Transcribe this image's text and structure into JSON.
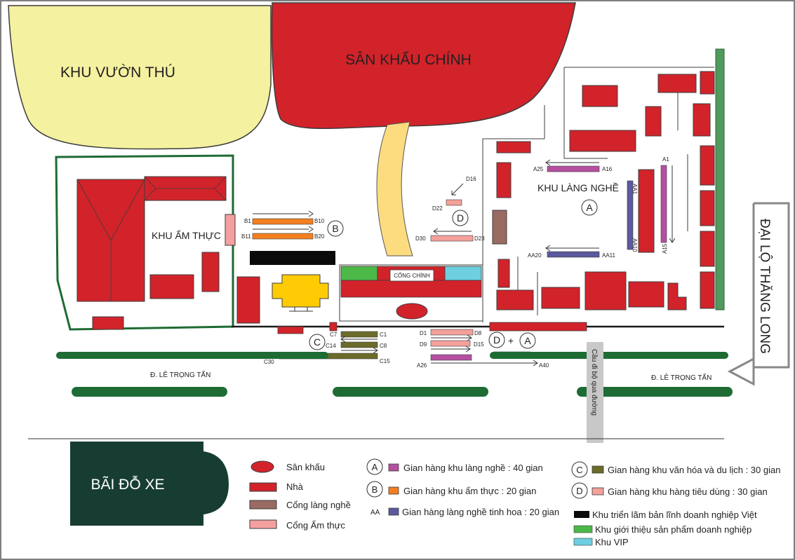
{
  "zones": {
    "zoo": "KHU VƯỜN THÚ",
    "main_stage": "SÂN KHẤU CHÍNH",
    "food": "KHU ẨM THỰC",
    "craft_village": "KHU LÀNG NGHỀ",
    "main_gate": "CỔNG CHÍNH",
    "parking": "BÃI ĐỖ XE"
  },
  "roads": {
    "le_trong_tan_left": "Đ. LÊ TRỌNG TẤN",
    "le_trong_tan_right": "Đ. LÊ TRỌNG TẤN",
    "thang_long": "ĐẠI LỘ THĂNG LONG",
    "footbridge": "Cầu đi bộ qua đường"
  },
  "circle_markers": {
    "b": "B",
    "d": "D",
    "a": "A",
    "c": "C",
    "d_bottom": "D",
    "plus": "+",
    "a_bottom": "A"
  },
  "booth_labels": {
    "b1": "B1",
    "b10": "B10",
    "b11": "B11",
    "b20": "B20",
    "d16": "D16",
    "d22": "D22",
    "d30": "D30",
    "d23": "D23",
    "a25": "A25",
    "a16": "A16",
    "a1": "A1",
    "a15": "A15",
    "aa1": "AA1",
    "aa10": "AA10",
    "aa20": "AA20",
    "aa11": "AA11",
    "c1": "C1",
    "c7": "C7",
    "c8": "C8",
    "c14": "C14",
    "c15": "C15",
    "c30": "C30",
    "d1": "D1",
    "d8": "D8",
    "d9": "D9",
    "d15": "D15",
    "a26": "A26",
    "a40": "A40"
  },
  "legend": {
    "stage": "Sân khấu",
    "house": "Nhà",
    "craft_gate": "Cổng làng nghề",
    "food_gate": "Cổng Ẩm thực",
    "a_key": "A",
    "a_text": "Gian hàng khu làng nghề : 40 gian",
    "b_key": "B",
    "b_text": "Gian hàng khu ẩm thực : 20 gian",
    "aa_key": "AA",
    "aa_text": "Gian hàng làng nghề tinh hoa : 20 gian",
    "c_key": "C",
    "c_text": "Gian hàng khu văn hóa và du lịch : 30 gian",
    "d_key": "D",
    "d_text": "Gian hàng khu hàng tiêu dùng : 30 gian",
    "black_text": "Khu triển lãm bản lĩnh doanh nghiệp Việt",
    "green_text": "Khu giới thiệu sản phẩm doanh nghiệp",
    "cyan_text": "Khu VIP"
  },
  "colors": {
    "house_red": "#d2232a",
    "zoo_yellow": "#f4f1a0",
    "stage_red": "#d2232a",
    "road_green": "#1e6b34",
    "parking_dark": "#173d33",
    "food_booth_orange": "#f47f20",
    "craft_booth_purple": "#b550a0",
    "elite_booth_indigo": "#5b5a9e",
    "culture_booth_olive": "#6b6b2a",
    "consumer_booth_pink": "#f4a09a",
    "expo_black": "#0a0a0a",
    "product_green": "#4cb848",
    "vip_cyan": "#6dcfe0",
    "craft_gate_brown": "#9a6b62",
    "food_gate_pink": "#f4a0a0",
    "avenue_green": "#4f9a5c",
    "gold_building": "#ffcb05"
  }
}
